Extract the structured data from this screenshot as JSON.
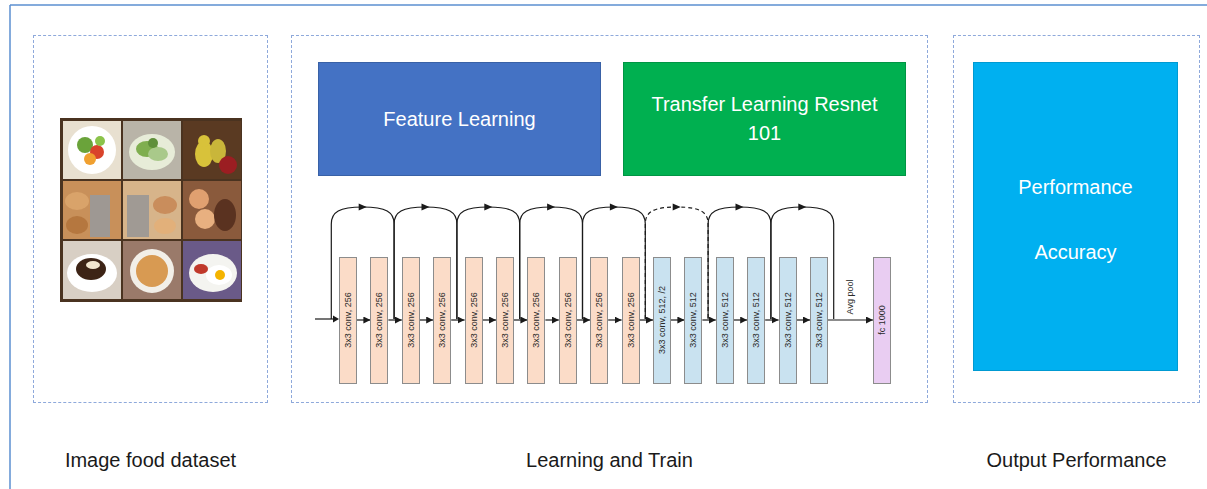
{
  "diagram": {
    "nodes": [
      {
        "text": [
          "Image food dataset"
        ]
      },
      {
        "text": [
          "Learning and Train"
        ]
      },
      {
        "text": [
          "Feature Learning"
        ],
        "in": 1
      },
      {
        "text": [
          "Transfer Learning Resnet 101"
        ],
        "in": 1
      },
      {
        "text": [
          "3x3 conv, 256"
        ],
        "in": 1
      },
      {
        "text": [
          "3x3 conv, 256"
        ],
        "in": 1
      },
      {
        "text": [
          "3x3 conv, 256"
        ],
        "in": 1
      },
      {
        "text": [
          "3x3 conv, 256"
        ],
        "in": 1
      },
      {
        "text": [
          "3x3 conv, 256"
        ],
        "in": 1
      },
      {
        "text": [
          "3x3 conv, 256"
        ],
        "in": 1
      },
      {
        "text": [
          "3x3 conv, 256"
        ],
        "in": 1
      },
      {
        "text": [
          "3x3 conv, 256"
        ],
        "in": 1
      },
      {
        "text": [
          "3x3 conv, 256"
        ],
        "in": 1
      },
      {
        "text": [
          "3x3 conv, 256"
        ],
        "in": 1
      },
      {
        "text": [
          "3x3 conv, 512, /2"
        ],
        "in": 1
      },
      {
        "text": [
          "3x3 conv, 512"
        ],
        "in": 1
      },
      {
        "text": [
          "3x3 conv, 512"
        ],
        "in": 1
      },
      {
        "text": [
          "3x3 conv, 512"
        ],
        "in": 1
      },
      {
        "text": [
          "3x3 conv, 512"
        ],
        "in": 1
      },
      {
        "text": [
          "3x3 conv, 512"
        ],
        "in": 1
      },
      {
        "text": [
          "fc 1000"
        ],
        "in": 1
      },
      {
        "text": [
          "Output Performance"
        ]
      },
      {
        "text": [
          "Performance",
          "Accuracy"
        ],
        "in": 21
      }
    ],
    "edges": [
      {
        "from": 4,
        "to": 5,
        "arrow": "to"
      },
      {
        "from": 5,
        "to": 6,
        "arrow": "to"
      },
      {
        "from": 6,
        "to": 7,
        "arrow": "to"
      },
      {
        "from": 7,
        "to": 8,
        "arrow": "to"
      },
      {
        "from": 8,
        "to": 9,
        "arrow": "to"
      },
      {
        "from": 9,
        "to": 10,
        "arrow": "to"
      },
      {
        "from": 10,
        "to": 11,
        "arrow": "to"
      },
      {
        "from": 11,
        "to": 12,
        "arrow": "to"
      },
      {
        "from": 12,
        "to": 13,
        "arrow": "to"
      },
      {
        "from": 13,
        "to": 14,
        "arrow": "to"
      },
      {
        "from": 14,
        "to": 15,
        "arrow": "to"
      },
      {
        "from": 15,
        "to": 16,
        "arrow": "to"
      },
      {
        "from": 16,
        "to": 17,
        "arrow": "to"
      },
      {
        "from": 17,
        "to": 18,
        "arrow": "to"
      },
      {
        "from": 18,
        "to": 19,
        "arrow": "to"
      },
      {
        "from": 19,
        "to": 20,
        "label": "Avg pool",
        "arrow": "to"
      }
    ]
  }
}
